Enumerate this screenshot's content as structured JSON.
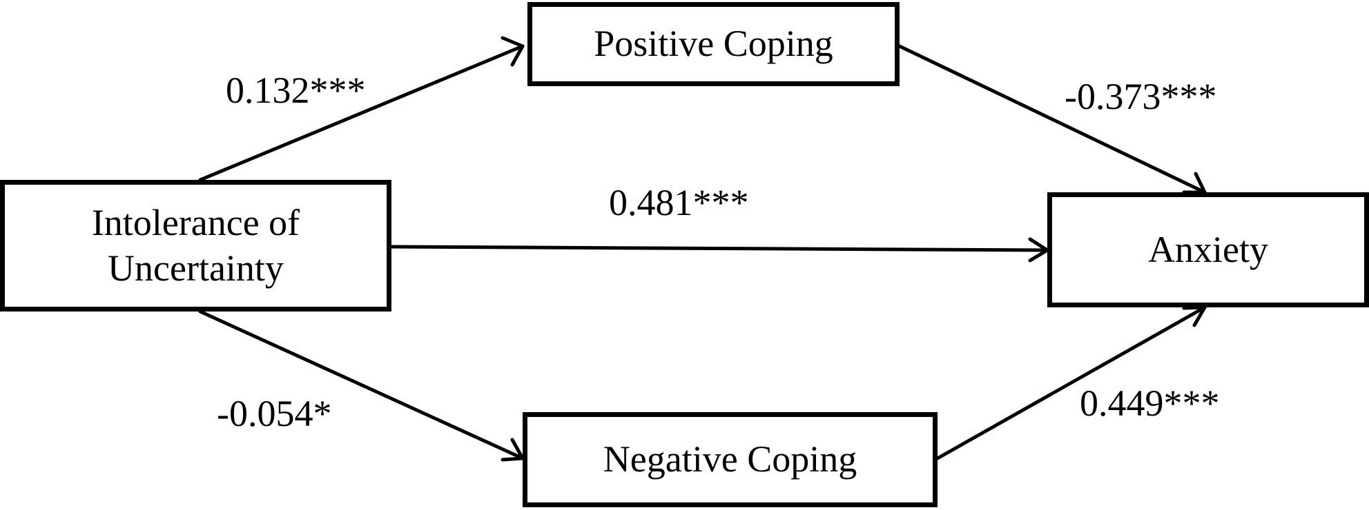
{
  "nodes": {
    "predictor": {
      "line1": "Intolerance of",
      "line2": "Uncertainty"
    },
    "positive_mediator": {
      "label": "Positive Coping"
    },
    "negative_mediator": {
      "label": "Negative Coping"
    },
    "outcome": {
      "label": "Anxiety"
    }
  },
  "paths": {
    "predictor_to_positive": "0.132***",
    "positive_to_outcome": "-0.373***",
    "predictor_to_outcome": "0.481***",
    "predictor_to_negative": "-0.054*",
    "negative_to_outcome": "0.449***"
  },
  "colors": {
    "stroke": "#000000",
    "background": "#ffffff"
  }
}
